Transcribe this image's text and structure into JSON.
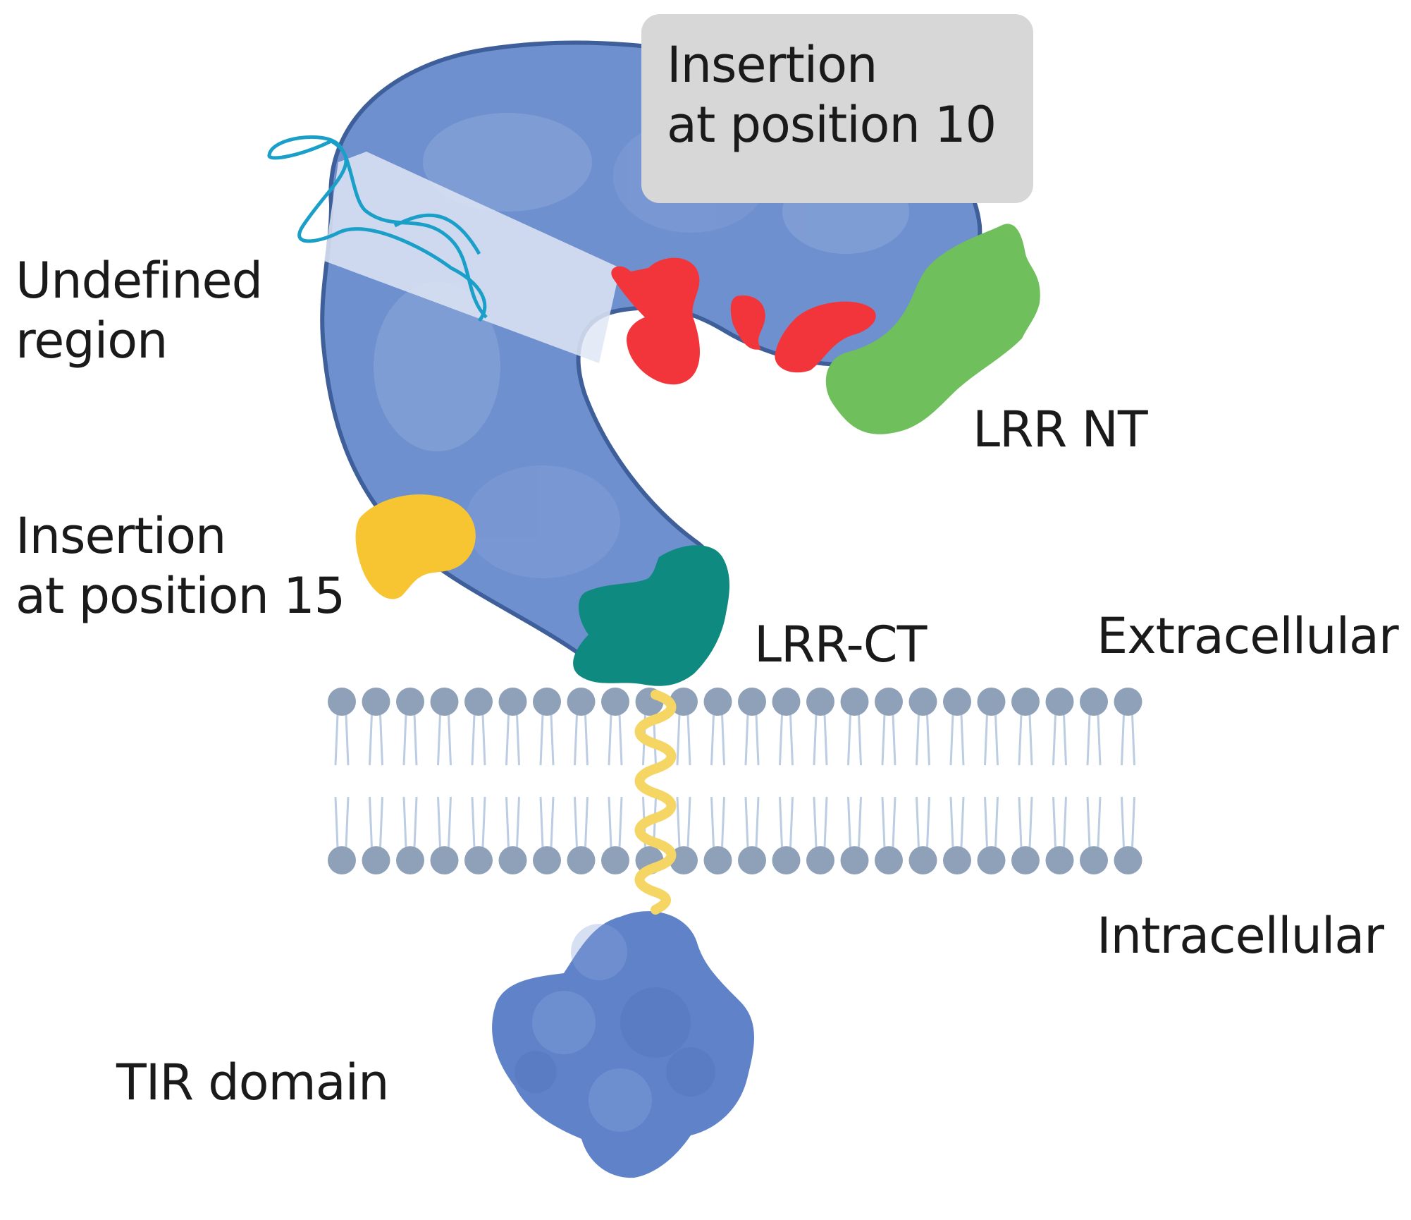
{
  "labels": {
    "insertion_10_line1": "Insertion",
    "insertion_10_line2": "at position 10",
    "undefined_line1": "Undefined",
    "undefined_line2": "region",
    "lrr_nt": "LRR NT",
    "insertion_15_line1": "Insertion",
    "insertion_15_line2": "at position 15",
    "lrr_ct": "LRR-CT",
    "extracellular": "Extracellular",
    "intracellular": "Intracellular",
    "tir_domain": "TIR domain"
  },
  "colors": {
    "protein_body": "#6f90cf",
    "protein_outline": "#3f5f9a",
    "undefined_band": "#dfe6f4",
    "undefined_strand": "#1aa0c8",
    "insertion_10": "#f2353b",
    "lrr_nt": "#6fbf5d",
    "insertion_15": "#f7c531",
    "lrr_ct": "#0f8a80",
    "membrane_head": "#8fa1b8",
    "membrane_tail": "#bccde3",
    "helix": "#f5d563",
    "tir": "#5f82c8",
    "callout_bg": "#d7d7d7"
  }
}
